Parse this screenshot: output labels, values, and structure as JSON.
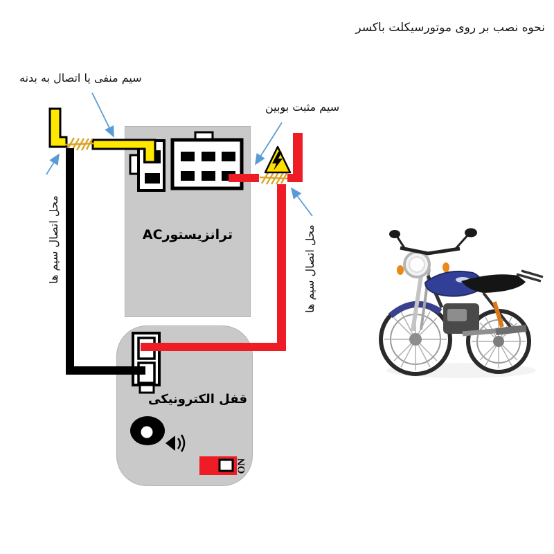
{
  "title": "نحوه نصب بر روی موتورسیکلت باکسر",
  "annotations": {
    "negative_wire_label": "سیم منفی یا اتصال به بدنه",
    "positive_wire_label": "سیم مثبت بوبین",
    "left_connection_label": "محل اتصال سیم ها",
    "right_connection_label": "محل اتصال سیم ها"
  },
  "modules": {
    "transistor_label": "ترانزیستورAC",
    "lock_label": "قفل الکترونیکی",
    "switch_label": "ON"
  },
  "icons": {
    "warning": "high-voltage-warning-triangle-icon",
    "speaker": "speaker-sound-icon",
    "grommet": "siren-grommet-icon"
  },
  "colors": {
    "positive_wire": "#ee1c25",
    "negative_wire": "#000000",
    "ground_wire_yellow": "#ffe800",
    "splice_gold": "#d9a62e",
    "module_gray": "#c9c9c9",
    "arrow_blue": "#5b9bd5",
    "warning_yellow": "#ffdf00",
    "switch_red": "#ee1c25"
  }
}
